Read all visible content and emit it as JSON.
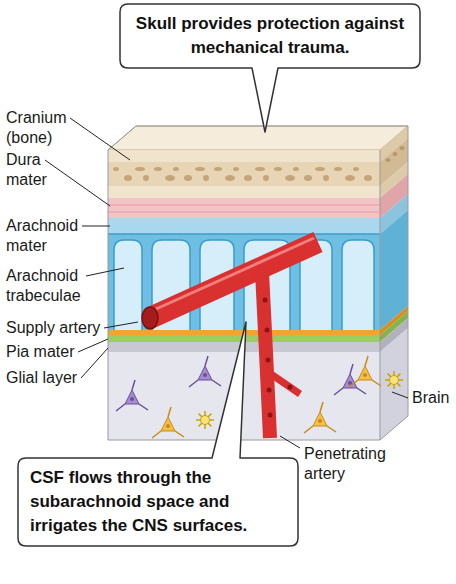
{
  "diagram": {
    "nodes": [
      {
        "text": [
          "Skull provides protection against mechanical trauma."
        ]
      },
      {
        "text": [
          "CSF flows through the subarachnoid space and irrigates the CNS surfaces."
        ]
      }
    ],
    "labels": [
      "Cranium (bone)",
      "Dura mater",
      "Arachnoid mater",
      "Arachnoid trabeculae",
      "Supply artery",
      "Pia mater",
      "Glial layer",
      "Brain",
      "Penetrating artery"
    ]
  }
}
